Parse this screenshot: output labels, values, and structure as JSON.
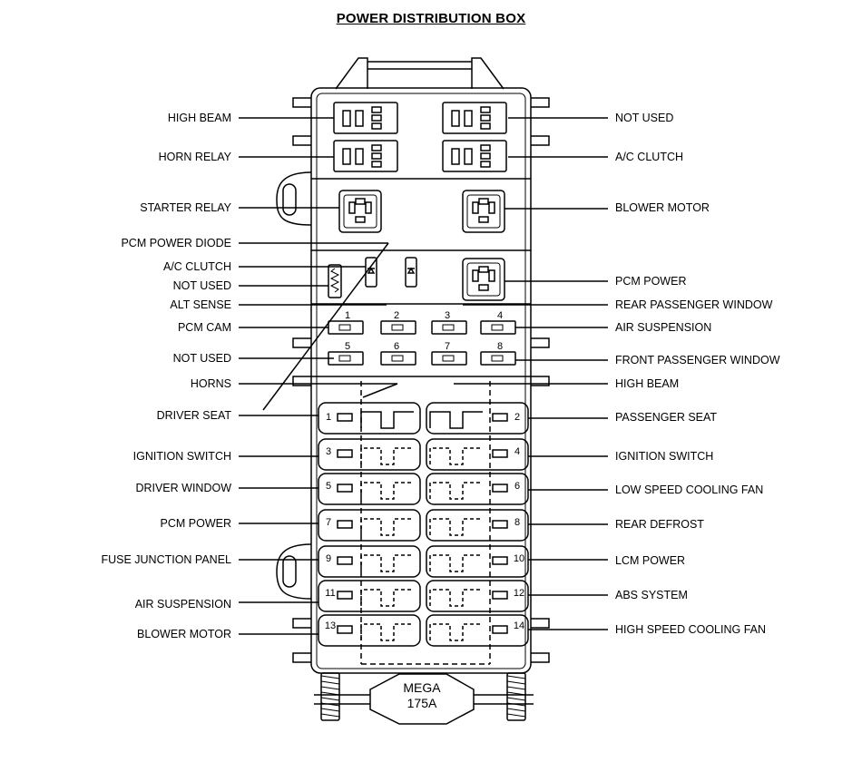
{
  "title": "POWER DISTRIBUTION BOX",
  "mega_fuse": {
    "line1": "MEGA",
    "line2": "175A"
  },
  "left_labels": [
    {
      "id": "high-beam-relay",
      "text": "HIGH BEAM"
    },
    {
      "id": "horn-relay",
      "text": "HORN RELAY"
    },
    {
      "id": "starter-relay",
      "text": "STARTER RELAY"
    },
    {
      "id": "pcm-power-diode",
      "text": "PCM POWER DIODE"
    },
    {
      "id": "ac-clutch-diode",
      "text": "A/C CLUTCH"
    },
    {
      "id": "not-used-resistor",
      "text": "NOT USED"
    },
    {
      "id": "alt-sense",
      "text": "ALT SENSE"
    },
    {
      "id": "pcm-cam",
      "text": "PCM CAM"
    },
    {
      "id": "not-used-fuse-5",
      "text": "NOT USED"
    },
    {
      "id": "horns",
      "text": "HORNS"
    },
    {
      "id": "driver-seat",
      "text": "DRIVER SEAT"
    },
    {
      "id": "ignition-switch-left",
      "text": "IGNITION SWITCH"
    },
    {
      "id": "driver-window",
      "text": "DRIVER WINDOW"
    },
    {
      "id": "pcm-power-left",
      "text": "PCM POWER"
    },
    {
      "id": "fuse-junction-panel",
      "text": "FUSE JUNCTION PANEL"
    },
    {
      "id": "air-suspension-left",
      "text": "AIR SUSPENSION"
    },
    {
      "id": "blower-motor-left",
      "text": "BLOWER MOTOR"
    }
  ],
  "right_labels": [
    {
      "id": "not-used-relay",
      "text": "NOT USED"
    },
    {
      "id": "ac-clutch-relay",
      "text": "A/C CLUTCH"
    },
    {
      "id": "blower-motor-relay",
      "text": "BLOWER MOTOR"
    },
    {
      "id": "pcm-power-relay",
      "text": "PCM POWER"
    },
    {
      "id": "rear-passenger-window",
      "text": "REAR PASSENGER WINDOW"
    },
    {
      "id": "air-suspension-right",
      "text": "AIR SUSPENSION"
    },
    {
      "id": "front-passenger-window",
      "text": "FRONT PASSENGER WINDOW"
    },
    {
      "id": "high-beam-fuse",
      "text": "HIGH BEAM"
    },
    {
      "id": "passenger-seat",
      "text": "PASSENGER SEAT"
    },
    {
      "id": "ignition-switch-right",
      "text": "IGNITION SWITCH"
    },
    {
      "id": "low-speed-cooling-fan",
      "text": "LOW SPEED COOLING FAN"
    },
    {
      "id": "rear-defrost",
      "text": "REAR DEFROST"
    },
    {
      "id": "lcm-power",
      "text": "LCM POWER"
    },
    {
      "id": "abs-system",
      "text": "ABS SYSTEM"
    },
    {
      "id": "high-speed-cooling-fan",
      "text": "HIGH SPEED COOLING FAN"
    }
  ],
  "mini_fuse_numbers": [
    "1",
    "2",
    "3",
    "4",
    "5",
    "6",
    "7",
    "8"
  ],
  "maxi_fuse_numbers": [
    "1",
    "2",
    "3",
    "4",
    "5",
    "6",
    "7",
    "8",
    "9",
    "10",
    "11",
    "12",
    "13",
    "14"
  ]
}
